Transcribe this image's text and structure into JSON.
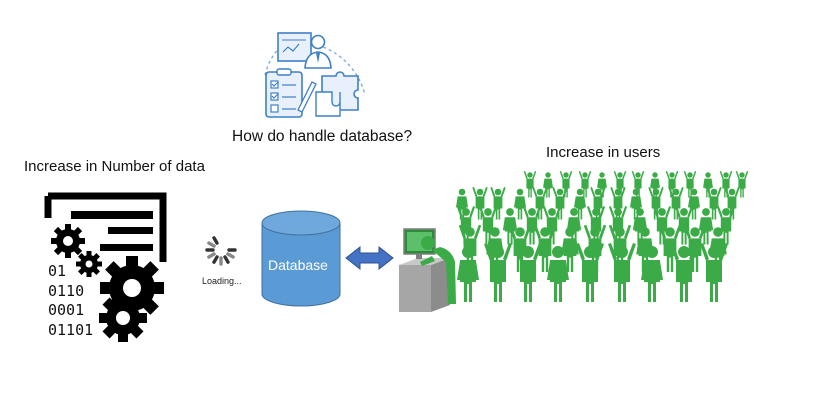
{
  "labels": {
    "top_question": "How do handle database?",
    "left_title": "Increase in Number of data",
    "right_title": "Increase in users",
    "db_label": "Database",
    "loading": "Loading..."
  },
  "binary_lines": [
    "01",
    "0110",
    "0001",
    "01101"
  ],
  "icons": {
    "planning": "planning-team-icon",
    "data": "data-processing-icon",
    "spinner": "loading-spinner-icon",
    "database": "database-cylinder-icon",
    "arrow": "double-arrow-icon",
    "worker": "computer-worker-icon",
    "crowd": "crowd-icon"
  },
  "colors": {
    "database_blue": "#5b9bd5",
    "crowd_green": "#3aab46",
    "arrow_blue": "#4472c4",
    "icon_blue": "#4a90d9"
  }
}
